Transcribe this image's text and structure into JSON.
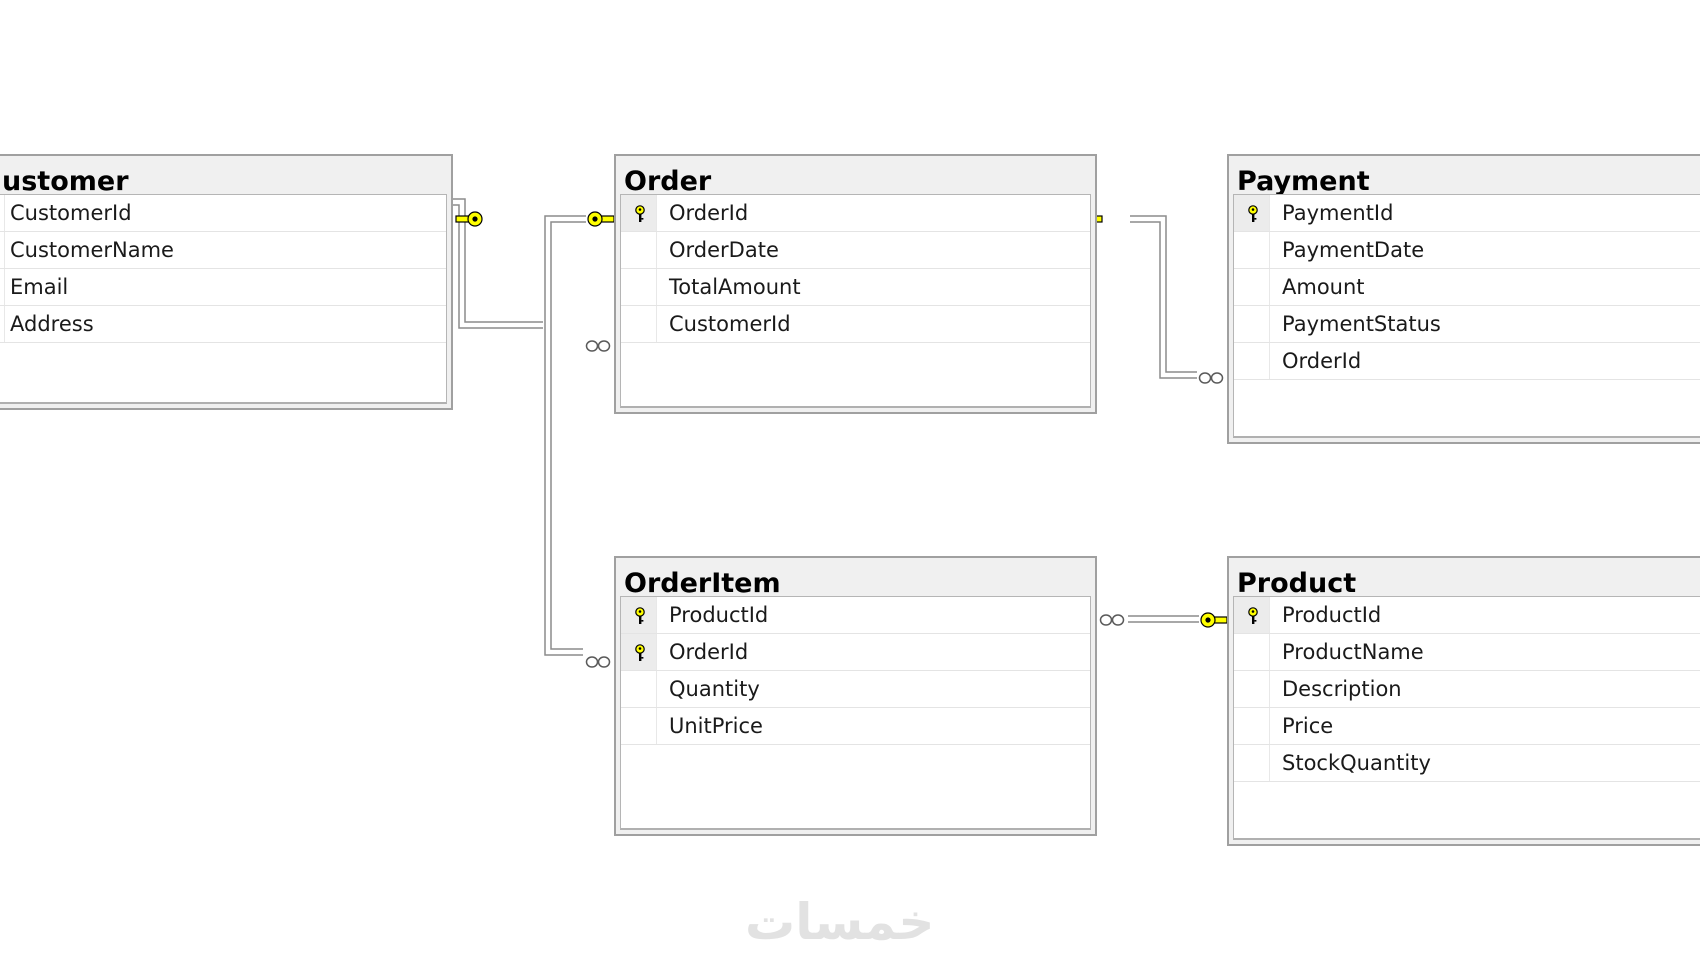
{
  "diagram": {
    "tables": [
      {
        "id": "customer",
        "title": "ustomer",
        "columns": [
          {
            "name": "CustomerId",
            "primary_key": true
          },
          {
            "name": "CustomerName",
            "primary_key": false
          },
          {
            "name": "Email",
            "primary_key": false
          },
          {
            "name": "Address",
            "primary_key": false
          }
        ]
      },
      {
        "id": "order",
        "title": "Order",
        "columns": [
          {
            "name": "OrderId",
            "primary_key": true
          },
          {
            "name": "OrderDate",
            "primary_key": false
          },
          {
            "name": "TotalAmount",
            "primary_key": false
          },
          {
            "name": "CustomerId",
            "primary_key": false
          }
        ]
      },
      {
        "id": "payment",
        "title": "Payment",
        "columns": [
          {
            "name": "PaymentId",
            "primary_key": true
          },
          {
            "name": "PaymentDate",
            "primary_key": false
          },
          {
            "name": "Amount",
            "primary_key": false
          },
          {
            "name": "PaymentStatus",
            "primary_key": false
          },
          {
            "name": "OrderId",
            "primary_key": false
          }
        ]
      },
      {
        "id": "orderitem",
        "title": "OrderItem",
        "columns": [
          {
            "name": "ProductId",
            "primary_key": true
          },
          {
            "name": "OrderId",
            "primary_key": true
          },
          {
            "name": "Quantity",
            "primary_key": false
          },
          {
            "name": "UnitPrice",
            "primary_key": false
          }
        ]
      },
      {
        "id": "product",
        "title": "Product",
        "columns": [
          {
            "name": "ProductId",
            "primary_key": true
          },
          {
            "name": "ProductName",
            "primary_key": false
          },
          {
            "name": "Description",
            "primary_key": false
          },
          {
            "name": "Price",
            "primary_key": false
          },
          {
            "name": "StockQuantity",
            "primary_key": false
          }
        ]
      }
    ],
    "relationships": [
      {
        "one": "customer",
        "many": "order"
      },
      {
        "one": "order",
        "many": "payment"
      },
      {
        "one": "order",
        "many": "orderitem"
      },
      {
        "one": "product",
        "many": "orderitem"
      }
    ],
    "colors": {
      "key_fill": "#ffff00",
      "key_stroke": "#000000",
      "connector": "#8c8c8c",
      "header_bg": "#f0f0f0",
      "border": "#a0a0a0"
    }
  },
  "watermark": {
    "text": "خمسات"
  }
}
